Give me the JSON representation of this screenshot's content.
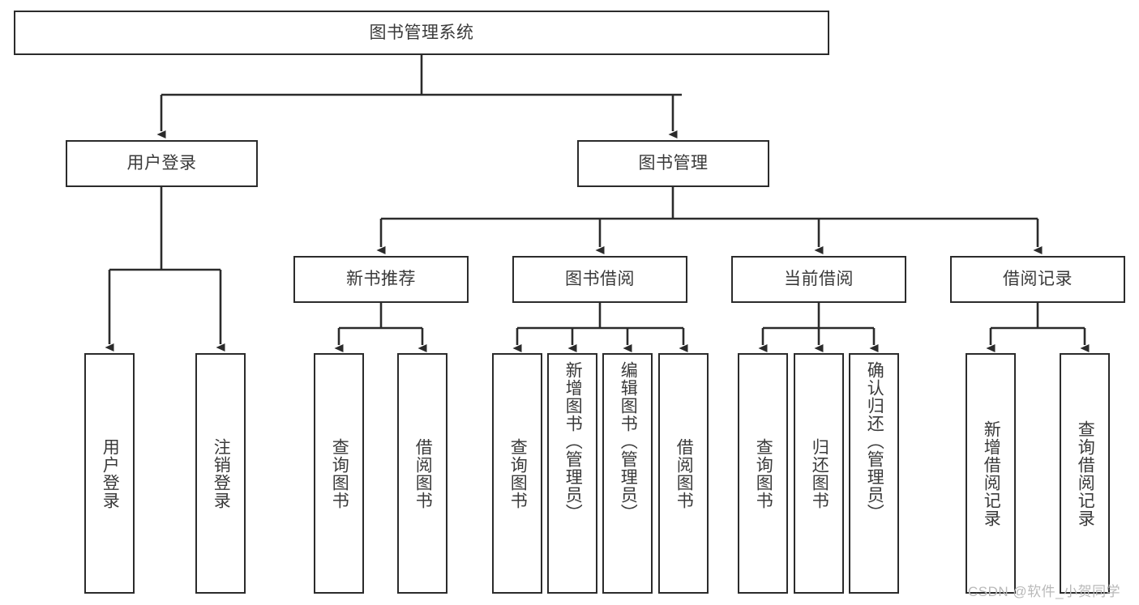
{
  "diagram": {
    "title": "图书管理系统",
    "type": "tree-hierarchy",
    "watermark": "CSDN @软件_小贺同学",
    "colors": {
      "stroke": "#2b2b2b",
      "text": "#3a3a3a",
      "background": "#ffffff",
      "watermark": "#b9b9b9"
    },
    "root": {
      "label": "图书管理系统"
    },
    "level2": [
      {
        "label": "用户登录"
      },
      {
        "label": "图书管理"
      }
    ],
    "level3": [
      {
        "label": "新书推荐"
      },
      {
        "label": "图书借阅"
      },
      {
        "label": "当前借阅"
      },
      {
        "label": "借阅记录"
      }
    ],
    "leaves": {
      "user_login": [
        {
          "label": "用户登录"
        },
        {
          "label": "注销登录"
        }
      ],
      "new_book_recommend": [
        {
          "label": "查询图书"
        },
        {
          "label": "借阅图书"
        }
      ],
      "book_borrow": [
        {
          "label": "查询图书"
        },
        {
          "label": "新增图书（管理员）"
        },
        {
          "label": "编辑图书（管理员）"
        },
        {
          "label": "借阅图书"
        }
      ],
      "current_borrow": [
        {
          "label": "查询图书"
        },
        {
          "label": "归还图书"
        },
        {
          "label": "确认归还（管理员）"
        }
      ],
      "borrow_record": [
        {
          "label": "新增借阅记录"
        },
        {
          "label": "查询借阅记录"
        }
      ]
    }
  }
}
